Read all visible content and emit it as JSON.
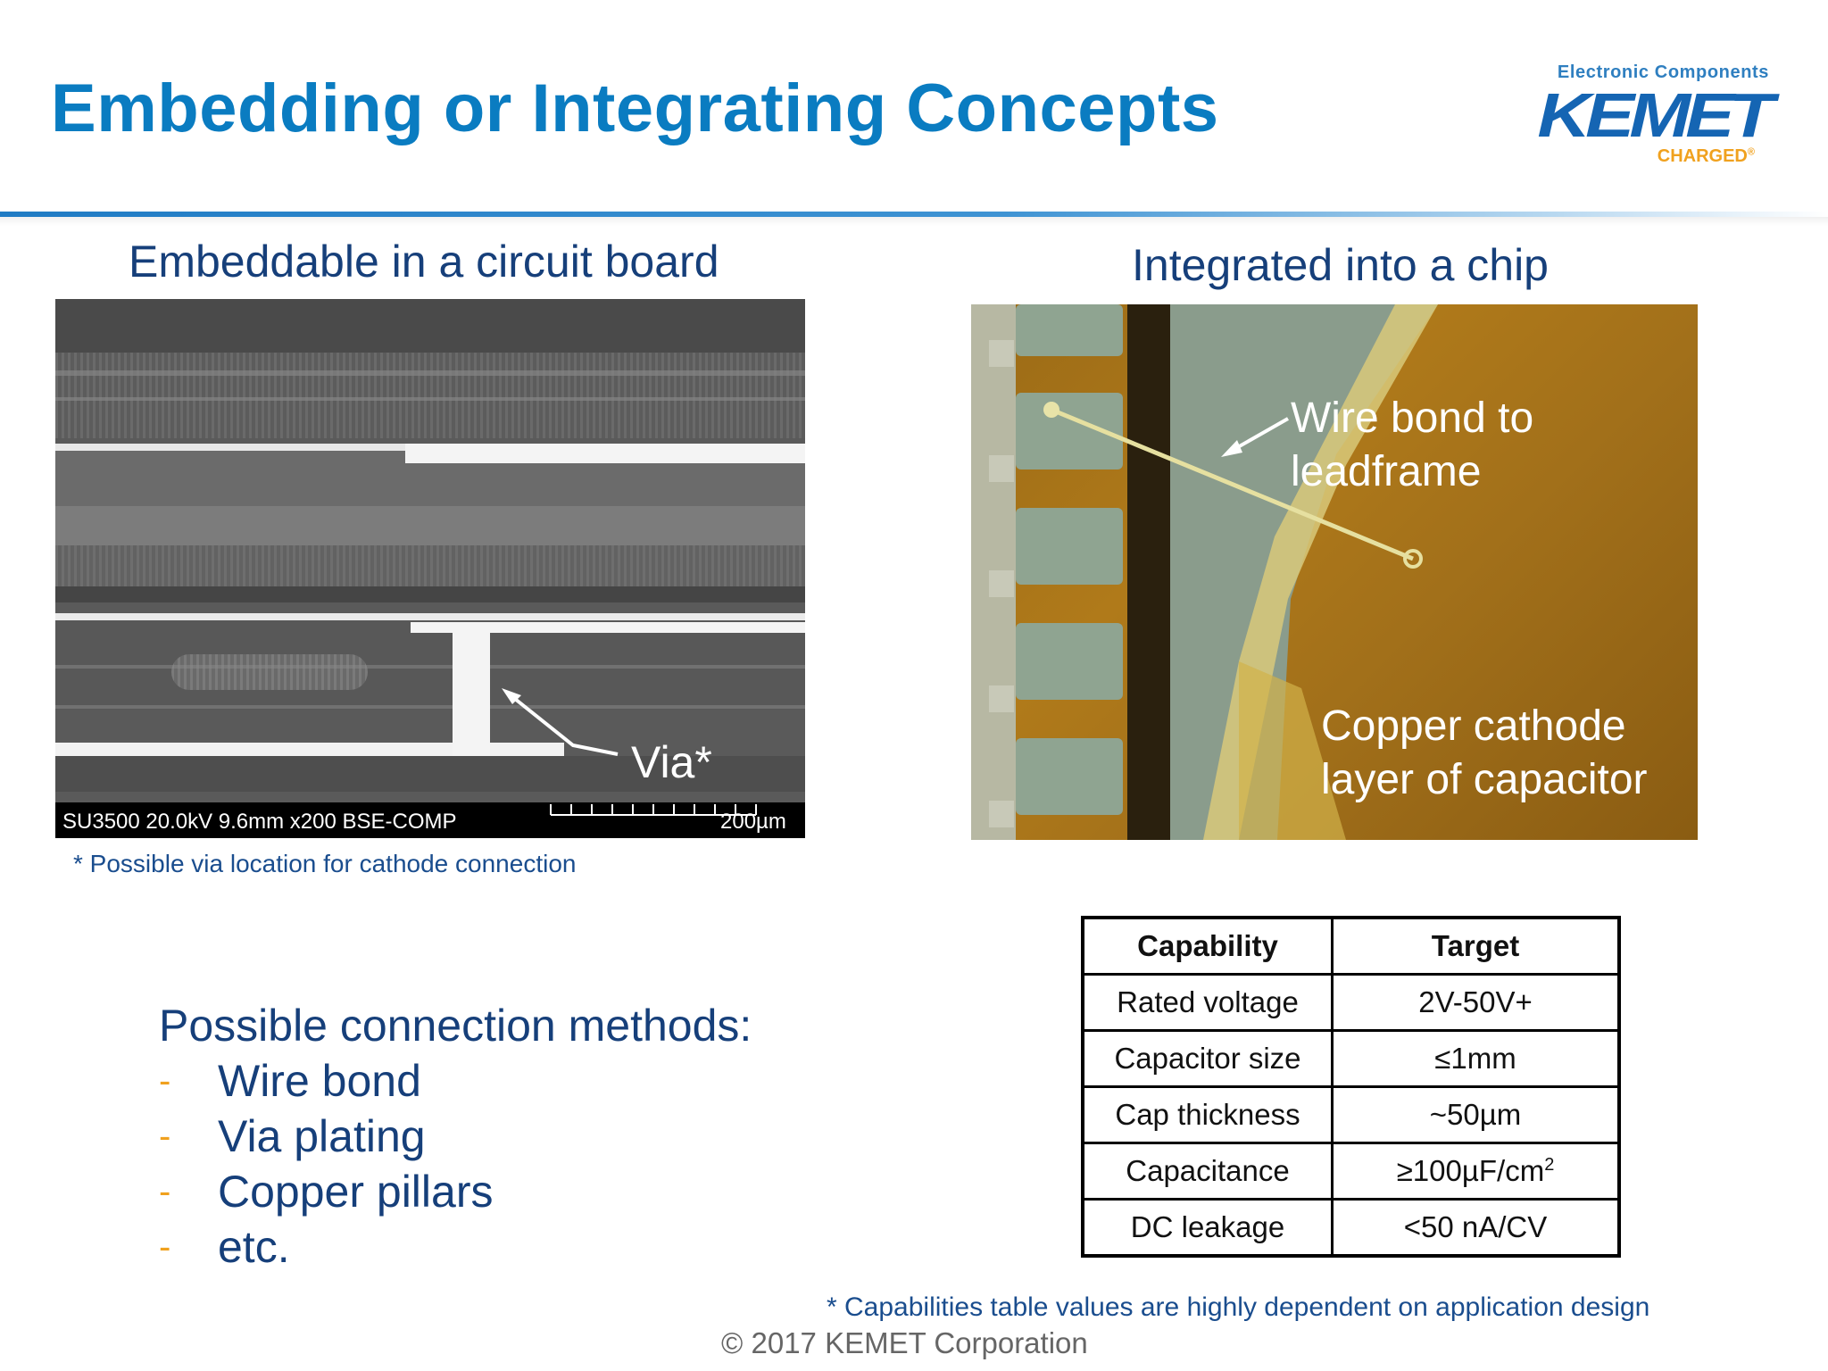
{
  "slide": {
    "title": "Embedding or Integrating Concepts",
    "logo": {
      "tagline": "Electronic Components",
      "brand": "KEMET",
      "slogan": "CHARGED",
      "slogan_mark": "®",
      "colors": {
        "brand": "#1565b3",
        "slogan": "#f0a11e"
      }
    },
    "left_heading": "Embeddable in a circuit board",
    "right_heading": "Integrated into a chip",
    "sem_image": {
      "via_label": "Via*",
      "info_bar": "SU3500 20.0kV 9.6mm x200 BSE-COMP",
      "scale_label": "200µm"
    },
    "via_note": "* Possible via location for cathode connection",
    "chip_image": {
      "wire_label_line1": "Wire bond to",
      "wire_label_line2": "leadframe",
      "cathode_label_line1": "Copper cathode",
      "cathode_label_line2": "layer of capacitor"
    },
    "methods": {
      "heading": "Possible connection methods:",
      "bullet": "-",
      "items": [
        "Wire bond",
        "Via plating",
        "Copper pillars",
        "etc."
      ]
    },
    "table": {
      "headers": [
        "Capability",
        "Target"
      ],
      "rows": [
        [
          "Rated voltage",
          "2V-50V+"
        ],
        [
          "Capacitor size",
          "≤1mm"
        ],
        [
          "Cap thickness",
          "~50µm"
        ],
        [
          "Capacitance",
          "≥100µF/cm"
        ],
        [
          "DC leakage",
          "<50 nA/CV"
        ]
      ],
      "capacitance_superscript": "2"
    },
    "table_note": "* Capabilities table values are highly dependent on application design",
    "copyright": "© 2017 KEMET Corporation"
  }
}
